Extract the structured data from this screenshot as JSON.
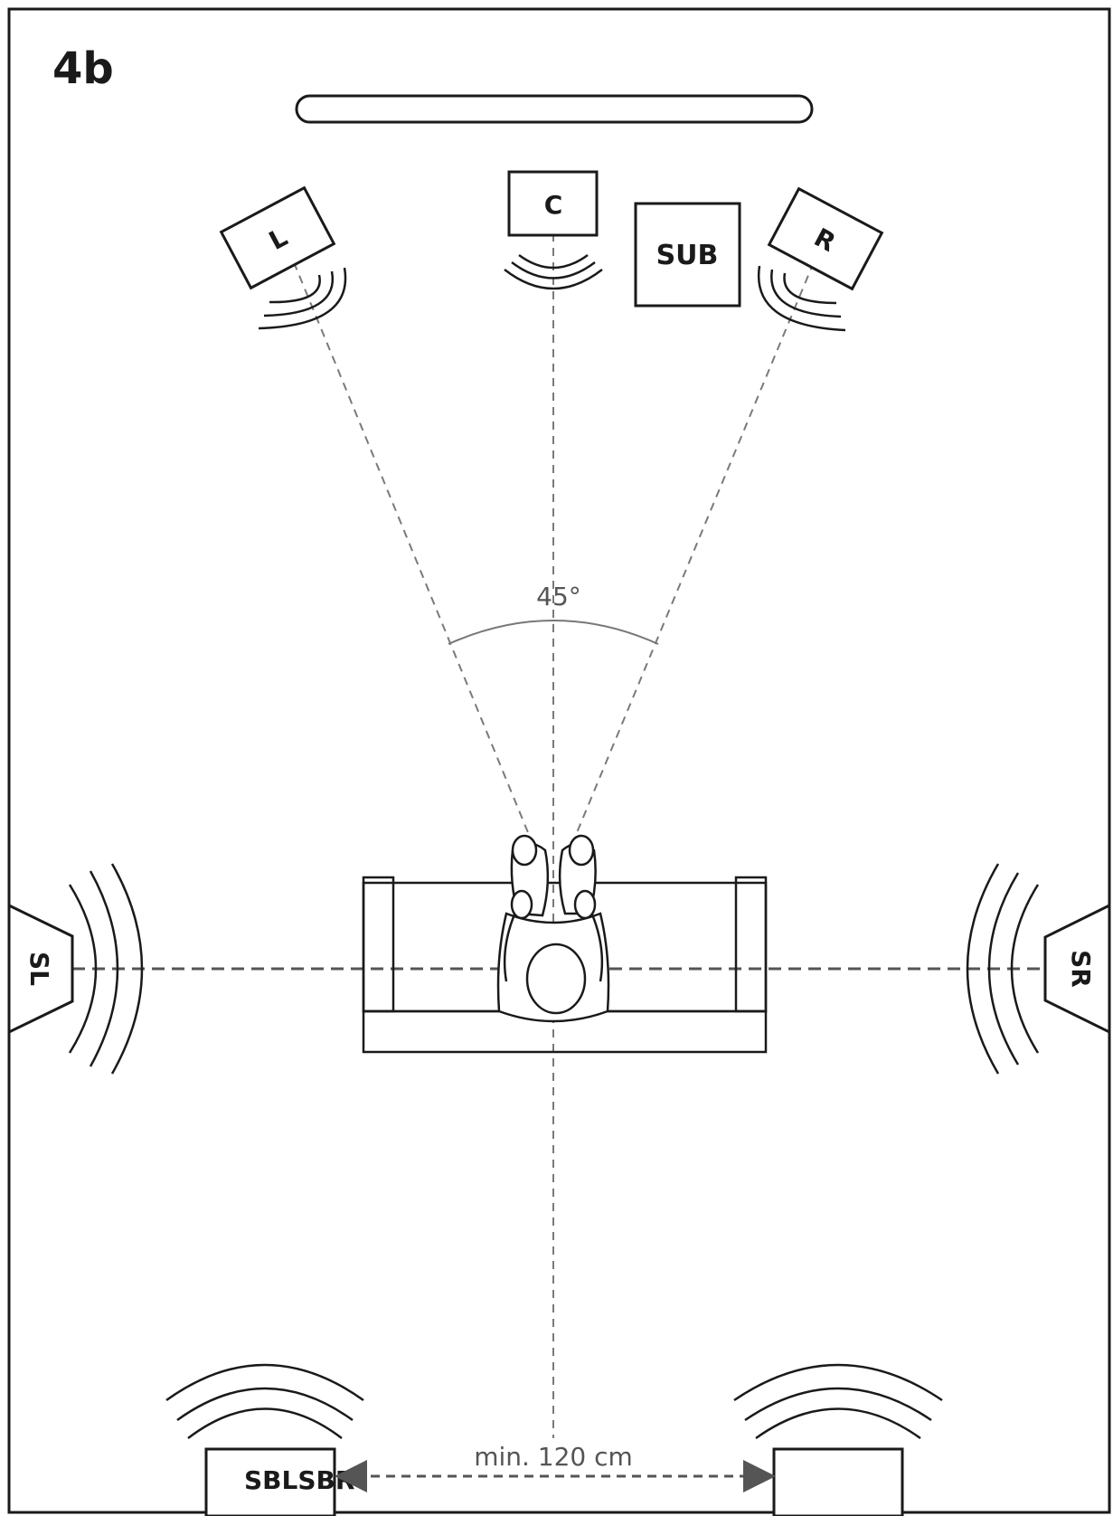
{
  "figure_label": "4b",
  "speakers": {
    "front_left": "L",
    "center": "C",
    "front_right": "R",
    "subwoofer": "SUB",
    "surround_left": "SL",
    "surround_right": "SR",
    "surround_back": "SBLSBR"
  },
  "angle_label": "45°",
  "distance_label": "min. 120 cm",
  "colors": {
    "ink": "#1a1a1a",
    "guide_lines": "#7a7a7a",
    "arrow": "#555555"
  }
}
